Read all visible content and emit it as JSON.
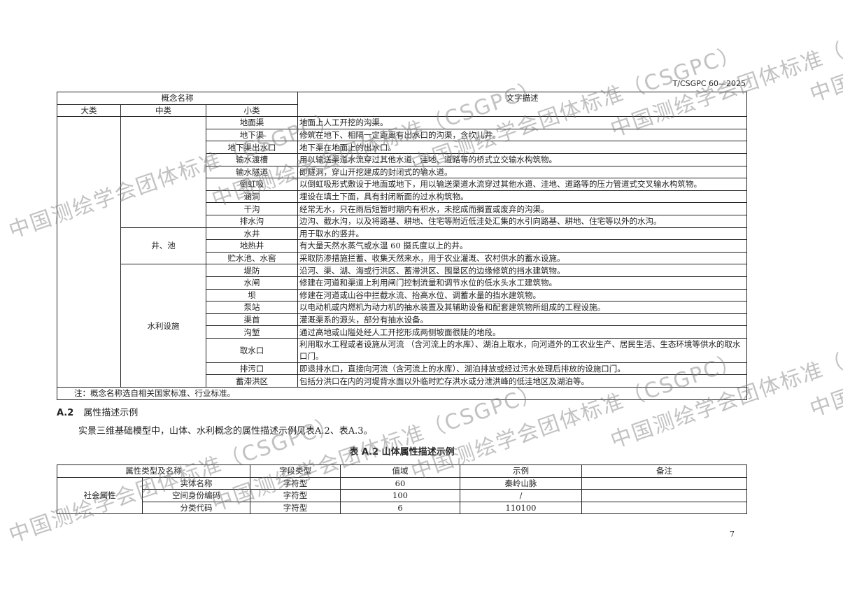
{
  "header": {
    "standard_no": "T/CSGPC 60—2025"
  },
  "table1": {
    "head_concept": "概念名称",
    "head_desc": "文字描述",
    "head_major": "大类",
    "head_mid": "中类",
    "head_minor": "小类",
    "groups": {
      "wells": "井、池",
      "facilities": "水利设施"
    },
    "rows": [
      {
        "minor": "地面渠",
        "desc": "地面上人工开挖的沟渠。"
      },
      {
        "minor": "地下渠",
        "desc": "修筑在地下、相隔一定距离有出水口的沟渠，含坎儿井。"
      },
      {
        "minor": "地下渠出水口",
        "desc": "地下渠在地面上的出水口。"
      },
      {
        "minor": "输水渡槽",
        "desc": "用以输送渠道水流穿过其他水道、洼地、道路等的桥式立交输水构筑物。"
      },
      {
        "minor": "输水隧道",
        "desc": "即隧洞，穿山开挖建成的封闭式的输水道。"
      },
      {
        "minor": "倒虹吸",
        "desc": "以倒虹吸形式敷设于地面或地下，用以输送渠道水流穿过其他水道、洼地、道路等的压力管道式交叉输水构筑物。"
      },
      {
        "minor": "涵洞",
        "desc": "埋设在填土下面，具有封闭断面的过水构筑物。"
      },
      {
        "minor": "干沟",
        "desc": "经常无水，只在雨后短暂时期内有积水，未挖成而搁置或废弃的沟渠。"
      },
      {
        "minor": "排水沟",
        "desc": "边沟、截水沟，以及将路基、耕地、住宅等附近低洼处汇集的水引向路基、耕地、住宅等以外的水沟。"
      },
      {
        "minor": "水井",
        "desc": "用于取水的竖井。"
      },
      {
        "minor": "地热井",
        "desc": "有大量天然水蒸气或水温 60 摄氏度以上的井。"
      },
      {
        "minor": "贮水池、水窖",
        "desc": "采取防渗措施拦蓄、收集天然来水，用于农业灌溉、农村供水的蓄水设施。"
      },
      {
        "minor": "堤防",
        "desc": "沿河、渠、湖、海或行洪区、蓄滞洪区、围垦区的边缘修筑的挡水建筑物。"
      },
      {
        "minor": "水闸",
        "desc": "修建在河道和渠道上利用闸门控制流量和调节水位的低水头水工建筑物。"
      },
      {
        "minor": "坝",
        "desc": "修建在河道或山谷中拦截水流、抬高水位、调蓄水量的挡水建筑物。"
      },
      {
        "minor": "泵站",
        "desc": "以电动机或内燃机为动力机的抽水装置及其辅助设备和配套建筑物所组成的工程设施。"
      },
      {
        "minor": "渠首",
        "desc": "灌溉渠系的源头，部分有抽水设备。"
      },
      {
        "minor": "沟堑",
        "desc": "通过高地或山隘处经人工开挖形成两侧坡面很陡的地段。"
      },
      {
        "minor": "取水口",
        "desc": "利用取水工程或者设施从河流 （含河流上的水库）、湖泊上取水，向河道外的工农业生产、居民生活、生态环境等供水的取水口门。"
      },
      {
        "minor": "排污口",
        "desc": "即退排水口，直接向河流（含河流上的水库）、湖泊排放或经过污水处理后排放的设施口门。"
      },
      {
        "minor": "蓄滞洪区",
        "desc": "包括分洪口在内的河堤背水面以外临时贮存洪水或分泄洪峰的低洼地区及湖泊等。"
      }
    ],
    "note": "注：概念名称选自相关国家标准、行业标准。"
  },
  "section": {
    "number": "A.2",
    "title": "属性描述示例"
  },
  "paragraph": "实景三维基础模型中，山体、水利概念的属性描述示例见表A.2、表A.3。",
  "table2": {
    "caption": "表 A.2 山体属性描述示例",
    "headers": [
      "属性类型及名称",
      "字段类型",
      "值域",
      "示例",
      "备注"
    ],
    "group": "社会属性",
    "rows": [
      {
        "name": "实体名称",
        "type": "字符型",
        "range": "60",
        "example": "秦岭山脉",
        "remark": ""
      },
      {
        "name": "空间身份编码",
        "type": "字符型",
        "range": "100",
        "example": "/",
        "remark": ""
      },
      {
        "name": "分类代码",
        "type": "字符型",
        "range": "6",
        "example": "110100",
        "remark": ""
      }
    ]
  },
  "page_number": "7",
  "watermark": "中国测绘学会团体标准（CSGPC）"
}
